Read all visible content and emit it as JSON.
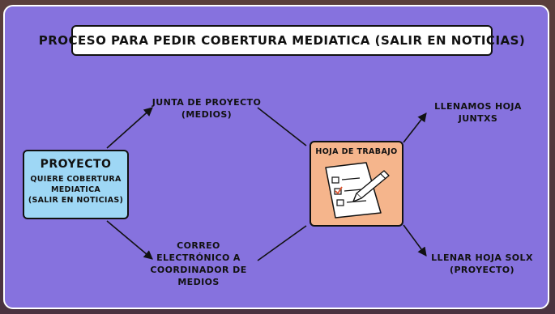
{
  "title": "PROCESO PARA PEDIR COBERTURA MEDIATICA (SALIR EN NOTICIAS)",
  "proyecto": {
    "title": "PROYECTO",
    "line1": "QUIERE COBERTURA",
    "line2": "MEDIATICA",
    "line3": "(SALIR EN NOTICIAS)"
  },
  "junta": {
    "line1": "JUNTA DE PROYECTO",
    "line2": "(MEDIOS)"
  },
  "correo": {
    "line1": "CORREO",
    "line2": "ELECTRÓNICO A",
    "line3": "COORDINADOR DE",
    "line4": "MEDIOS"
  },
  "hoja": {
    "title": "HOJA DE TRABAJO",
    "icon": "worksheet-pen-icon"
  },
  "llenamos": {
    "line1": "LLENAMOS HOJA",
    "line2": "JUNTXS"
  },
  "llenar": {
    "line1": "LLENAR HOJA SOLX",
    "line2": "(PROYECTO)"
  },
  "colors": {
    "panel": "#8672de",
    "proyecto_box": "#9ed7f5",
    "hoja_box": "#f5b58c",
    "check": "#e0552f"
  }
}
